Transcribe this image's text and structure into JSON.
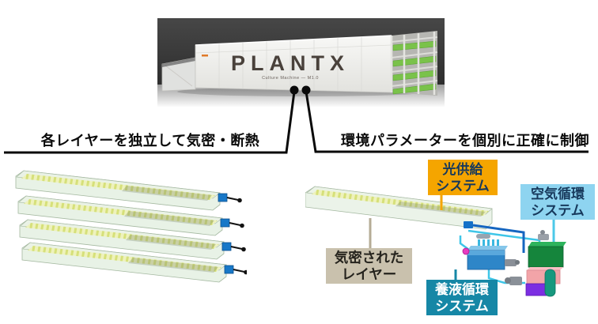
{
  "photo": {
    "logo": "PLANTX",
    "caption": "Culture Machine — M1.0"
  },
  "headings": {
    "left": "各レイヤーを独立して気密・断熱",
    "right": "環境パラメーターを個別に正確に制御"
  },
  "diagram_labels": {
    "light_supply": {
      "line1": "光供給",
      "line2": "システム"
    },
    "air_circulation": {
      "line1": "空気循環",
      "line2": "システム"
    },
    "airtight_layer": {
      "line1": "気密された",
      "line2": "レイヤー"
    },
    "nutrient_circulation": {
      "line1": "養液循環",
      "line2": "システム"
    }
  },
  "colors": {
    "light_supply_bg": "#f5a500",
    "air_circulation_bg": "#8ed4f0",
    "airtight_layer_bg": "#c9c1ad",
    "nutrient_circulation_bg": "#1687a6",
    "label_dark_text": "#17395c",
    "airtight_text": "#25231d",
    "nutrient_text": "#ffffff",
    "pipe_cyan": "#3ec6e8",
    "pipe_blue": "#1565c0",
    "led_stripe": "#d6e07a",
    "glass_edge": "#a4b8a0",
    "callout_line": "#0a0a0a"
  }
}
